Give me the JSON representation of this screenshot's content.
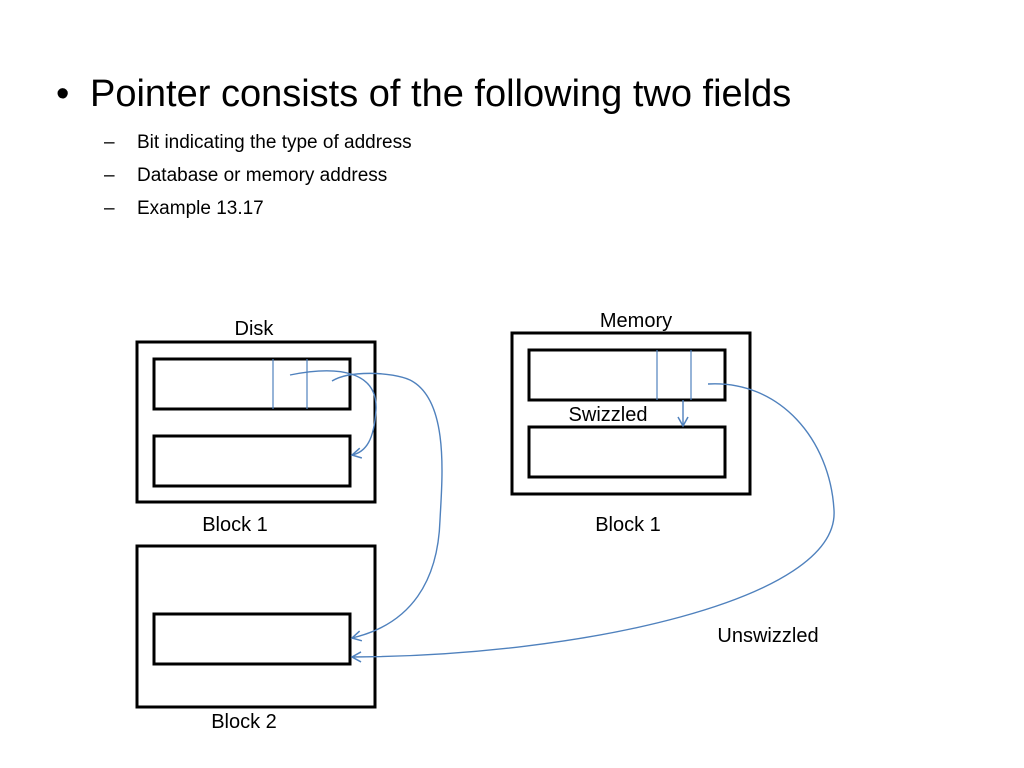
{
  "bullet": {
    "marker": "•",
    "text": "Pointer consists of the following two fields"
  },
  "sub_bullets": [
    {
      "marker": "–",
      "text": "Bit indicating the type of address"
    },
    {
      "marker": "–",
      "text": "Database or memory address"
    },
    {
      "marker": "–",
      "text": "Example 13.17"
    }
  ],
  "diagram": {
    "disk_label": "Disk",
    "memory_label": "Memory",
    "disk_block1_label": "Block 1",
    "disk_block2_label": "Block 2",
    "memory_block1_label": "Block 1",
    "swizzled_label": "Swizzled",
    "unswizzled_label": "Unswizzled",
    "arrow_color": "#4f81bd"
  }
}
